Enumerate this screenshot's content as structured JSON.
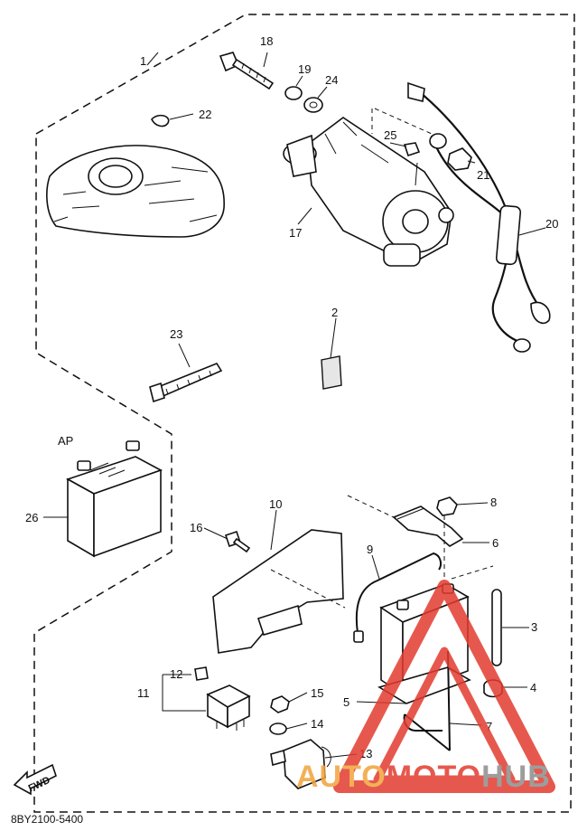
{
  "diagram": {
    "callouts": [
      {
        "id": "c1",
        "text": "1"
      },
      {
        "id": "c2",
        "text": "2"
      },
      {
        "id": "c3",
        "text": "3"
      },
      {
        "id": "c4",
        "text": "4"
      },
      {
        "id": "c5",
        "text": "5"
      },
      {
        "id": "c6",
        "text": "6"
      },
      {
        "id": "c7",
        "text": "7"
      },
      {
        "id": "c8",
        "text": "8"
      },
      {
        "id": "c9",
        "text": "9"
      },
      {
        "id": "c10",
        "text": "10"
      },
      {
        "id": "c11",
        "text": "11"
      },
      {
        "id": "c12",
        "text": "12"
      },
      {
        "id": "c13",
        "text": "13"
      },
      {
        "id": "c14",
        "text": "14"
      },
      {
        "id": "c15",
        "text": "15"
      },
      {
        "id": "c16",
        "text": "16"
      },
      {
        "id": "c17",
        "text": "17"
      },
      {
        "id": "c18",
        "text": "18"
      },
      {
        "id": "c19",
        "text": "19"
      },
      {
        "id": "c20",
        "text": "20"
      },
      {
        "id": "c21",
        "text": "21"
      },
      {
        "id": "c22",
        "text": "22"
      },
      {
        "id": "c23",
        "text": "23"
      },
      {
        "id": "c24",
        "text": "24"
      },
      {
        "id": "c25",
        "text": "25"
      },
      {
        "id": "c26",
        "text": "26"
      }
    ],
    "ap_label": "AP",
    "fwd_label": "FWD",
    "drawing_code": "8BY2100-5400"
  },
  "watermark": {
    "word_a": "AUTO",
    "word_b": "MOTO",
    "word_c": "HUB",
    "color_a": "#f2a33a",
    "color_b": "#e23b2e",
    "color_c": "#8c8c8c"
  }
}
